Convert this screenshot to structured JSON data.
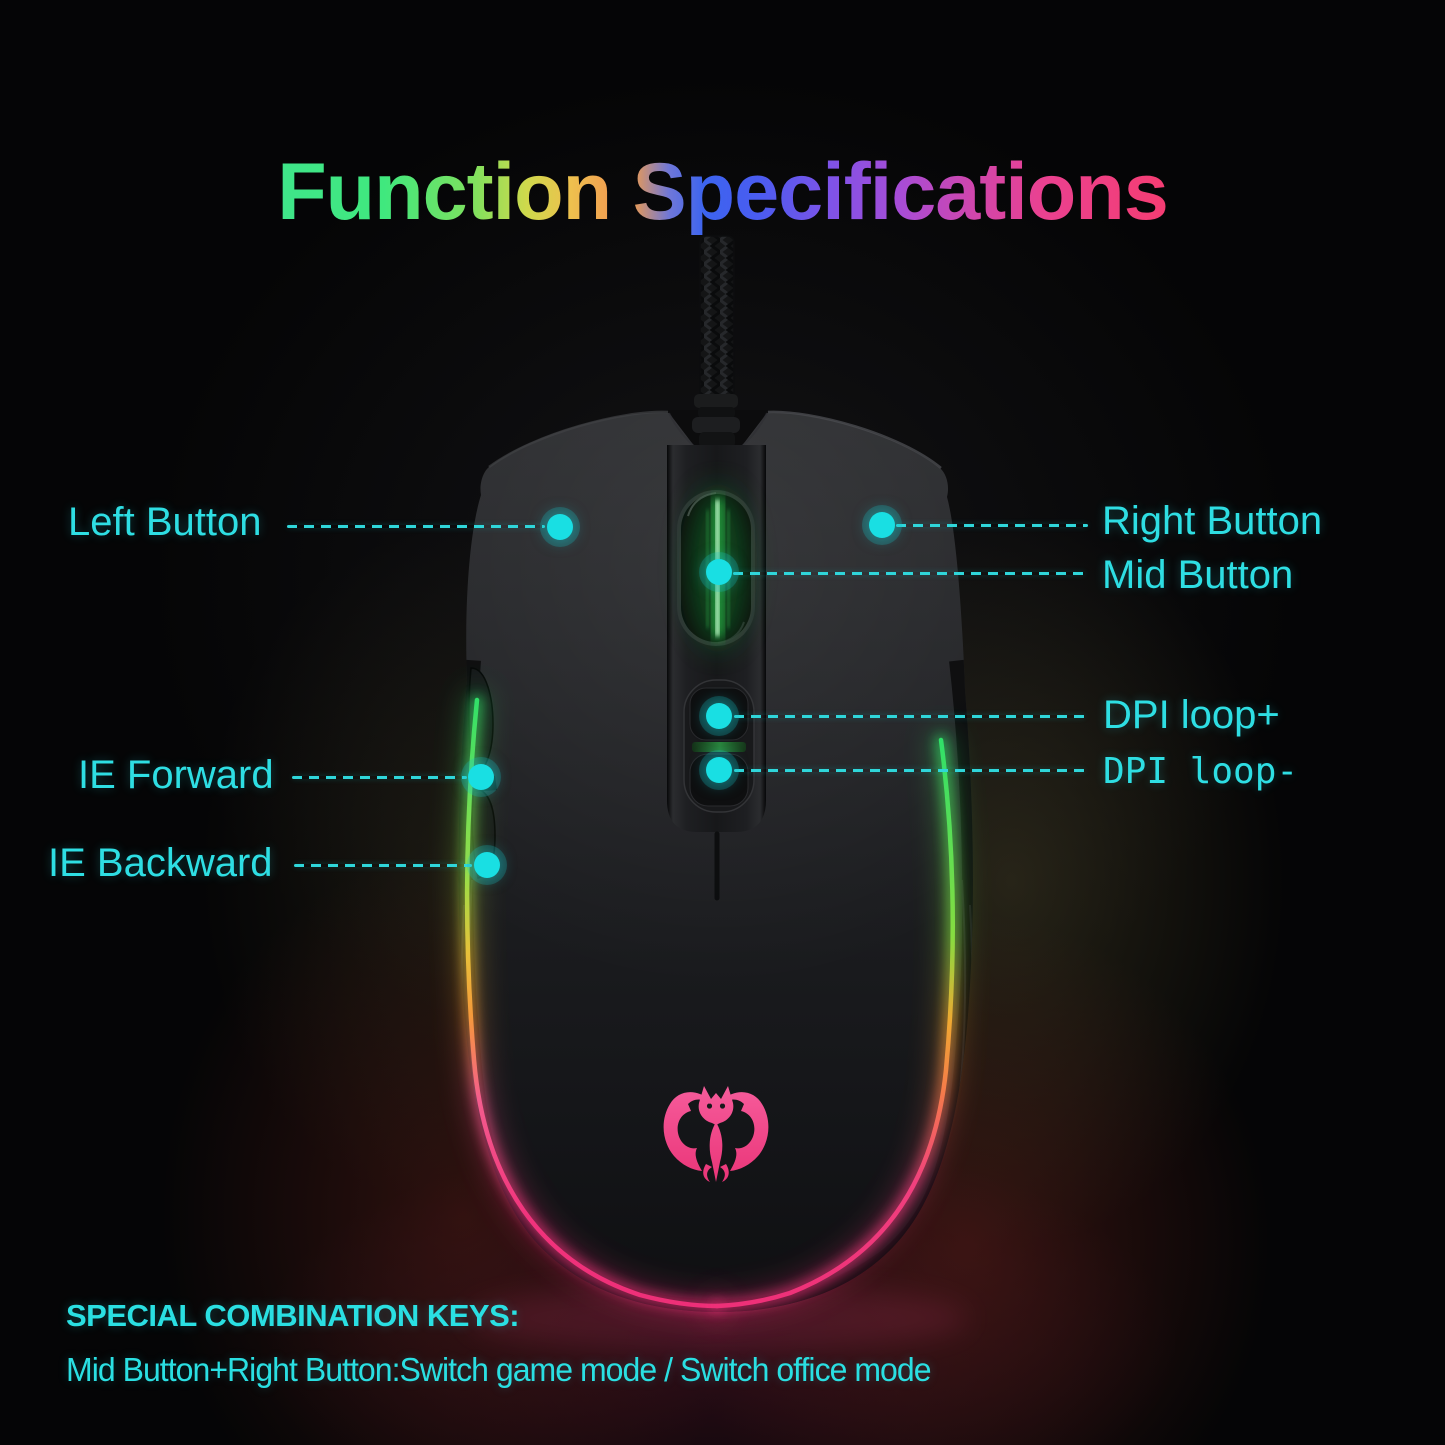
{
  "title": {
    "text": "Function Specifications"
  },
  "callouts": {
    "left_button": {
      "label": "Left Button"
    },
    "right_button": {
      "label": "Right Button"
    },
    "mid_button": {
      "label": "Mid Button"
    },
    "dpi_plus": {
      "label": "DPI loop+"
    },
    "dpi_minus": {
      "label": "DPI loop-"
    },
    "ie_forward": {
      "label": "IE Forward"
    },
    "ie_backward": {
      "label": "IE Backward"
    }
  },
  "footer": {
    "heading": "SPECIAL COMBINATION KEYS:",
    "line": "Mid Button+Right Button:Switch game mode / Switch office mode"
  },
  "icons": {
    "logo": "bat-logo",
    "illustration": "gaming-mouse-top-view"
  },
  "colors": {
    "accent_cyan": "#2edee3",
    "dashed_line": "#2fd6da",
    "wheel_glow_green": "#3ddc5a",
    "logo_pink": "#f0417f",
    "strip_green": "#2fe06a",
    "strip_orange": "#f5a02d",
    "strip_pink": "#f0337c",
    "background": "#050506"
  }
}
